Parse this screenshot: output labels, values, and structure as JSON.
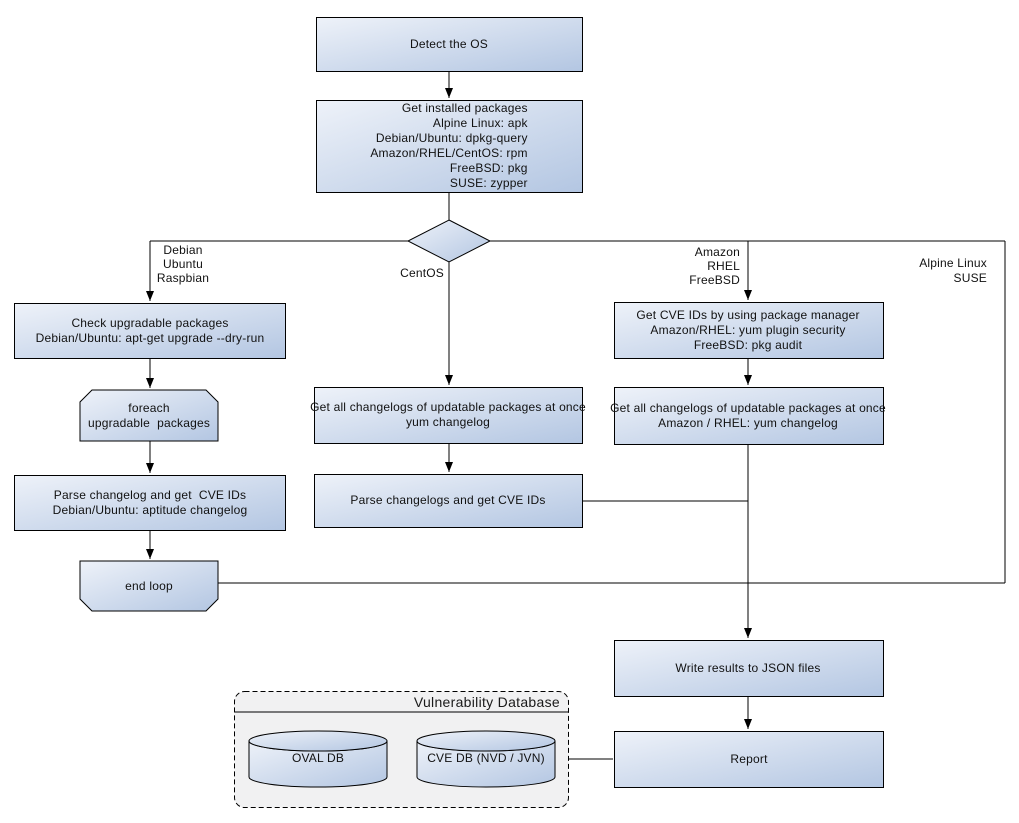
{
  "nodes": {
    "detect_os": "Detect the OS",
    "get_installed_packages": "Get installed packages\nAlpine Linux: apk\nDebian/Ubuntu: dpkg-query\nAmazon/RHEL/CentOS: rpm\nFreeBSD: pkg\nSUSE: zypper",
    "check_upgradable": "Check upgradable packages\nDebian/Ubuntu: apt-get upgrade --dry-run",
    "foreach_loop": "foreach\nupgradable  packages",
    "parse_changelog_debian": "Parse changelog and get  CVE IDs\nDebian/Ubuntu: aptitude changelog",
    "end_loop": "end loop",
    "get_changelogs_centos": "Get all changelogs of updatable packages at once\nyum changelog",
    "parse_changelogs_centos": "Parse changelogs and get CVE IDs",
    "get_cve_ids_pkg_mgr": "Get CVE IDs by using package manager\nAmazon/RHEL: yum plugin security\nFreeBSD: pkg audit",
    "get_changelogs_rhel": "Get all changelogs of updatable packages at once\nAmazon / RHEL: yum changelog",
    "write_results": "Write results to JSON files",
    "report": "Report"
  },
  "branch_labels": {
    "debian": "Debian\nUbuntu\nRaspbian",
    "centos": "CentOS",
    "amazon": "Amazon\nRHEL\nFreeBSD",
    "alpine": "Alpine Linux\nSUSE"
  },
  "database_group": {
    "title": "Vulnerability Database",
    "oval_db": "OVAL DB",
    "cve_db": "CVE DB (NVD / JVN)"
  },
  "colors": {
    "node_gradient_start": "#eef2f9",
    "node_gradient_end": "#b3c6e2",
    "border": "#000000",
    "group_fill": "#f1f1f2",
    "text": "#111111"
  }
}
